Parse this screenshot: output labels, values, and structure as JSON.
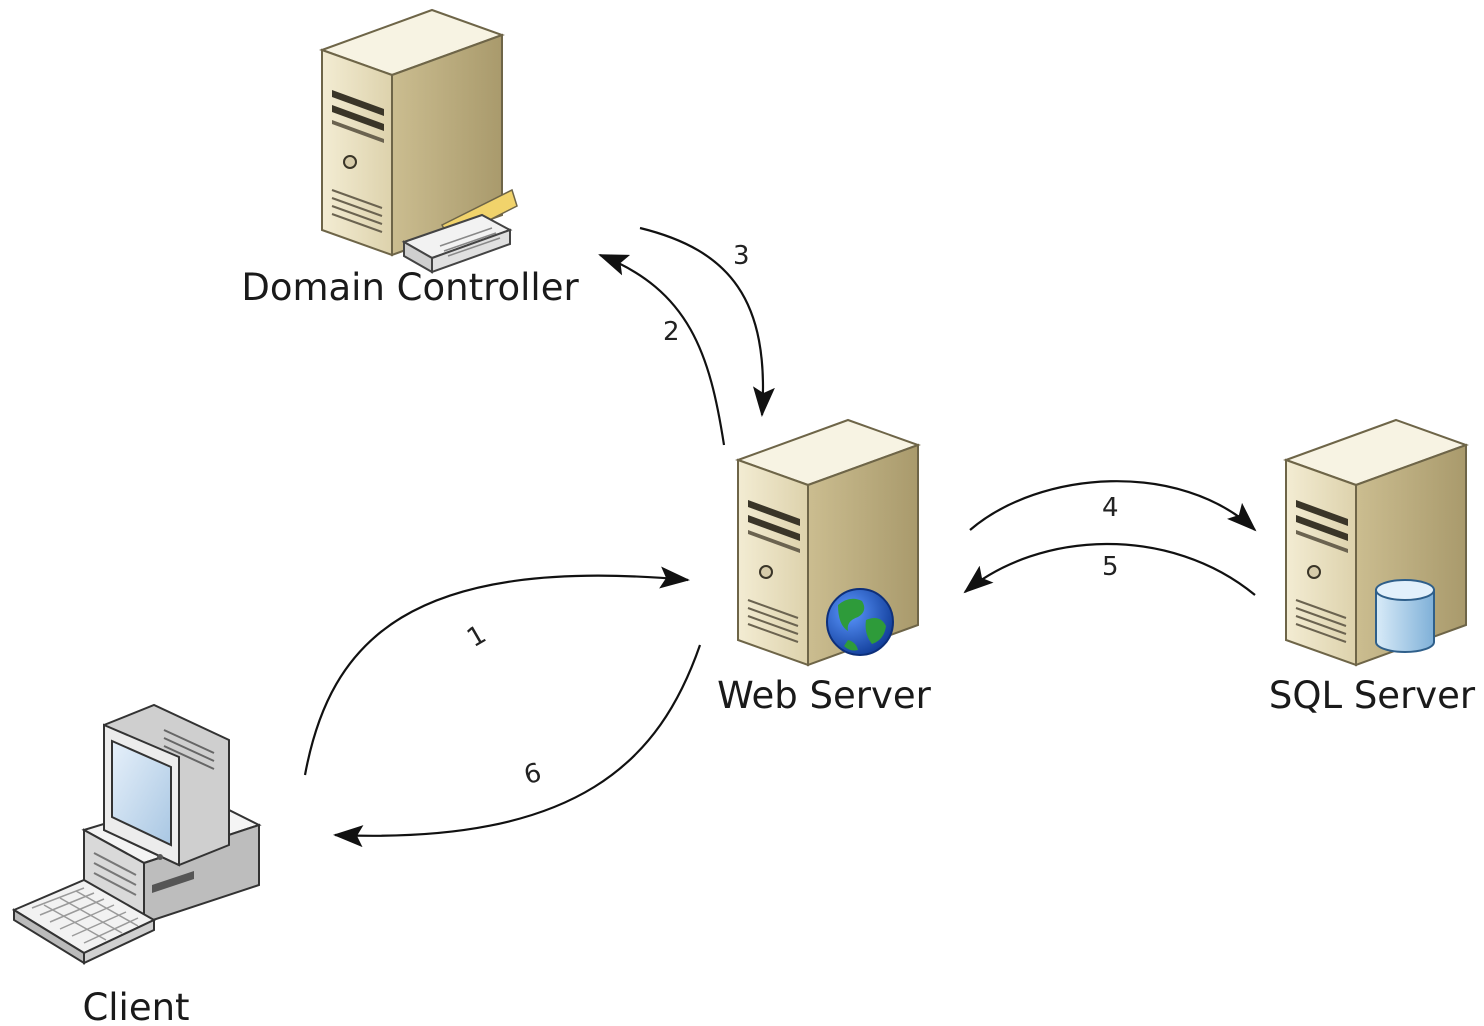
{
  "nodes": {
    "domain_controller": {
      "label": "Domain Controller",
      "icon": "server-with-key-icon"
    },
    "web_server": {
      "label": "Web Server",
      "icon": "server-with-globe-icon"
    },
    "sql_server": {
      "label": "SQL Server",
      "icon": "server-with-database-icon"
    },
    "client": {
      "label": "Client",
      "icon": "desktop-computer-icon"
    }
  },
  "steps": [
    {
      "label": "1",
      "from": "Client",
      "to": "Web Server"
    },
    {
      "label": "2",
      "from": "Web Server",
      "to": "Domain Controller"
    },
    {
      "label": "3",
      "from": "Domain Controller",
      "to": "Web Server"
    },
    {
      "label": "4",
      "from": "Web Server",
      "to": "SQL Server"
    },
    {
      "label": "5",
      "from": "SQL Server",
      "to": "Web Server"
    },
    {
      "label": "6",
      "from": "Web Server",
      "to": "Client"
    }
  ],
  "colors": {
    "server_front": "#e9e1c4",
    "server_side": "#c9bb8e",
    "server_top": "#f6f1df",
    "globe_ocean": "#1f5fd1",
    "globe_land": "#2e9b3a",
    "database": "#a9cde8",
    "key_card": "#f1d36b",
    "monitor_screen": "#cfe2f3"
  }
}
